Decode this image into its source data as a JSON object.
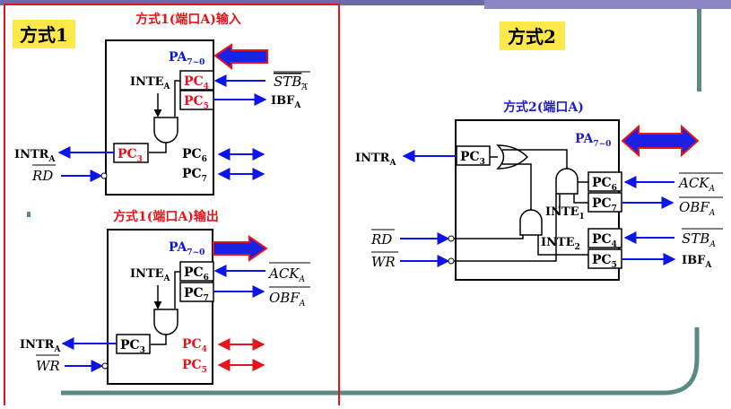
{
  "mode1": {
    "tag": "方式1",
    "input": {
      "title": "方式1(端口A)输入",
      "pa": "PA",
      "pa_sub": "7~0",
      "pc4": "PC",
      "pc4_sub": "4",
      "pc5": "PC",
      "pc5_sub": "5",
      "stb": "STB",
      "stb_sub": "A",
      "ibf": "IBF",
      "ibf_sub": "A",
      "inte": "INTE",
      "inte_sub": "A",
      "pc3": "PC",
      "pc3_sub": "3",
      "pc6": "PC",
      "pc6_sub": "6",
      "pc7": "PC",
      "pc7_sub": "7",
      "intr": "INTR",
      "intr_sub": "A",
      "rd": "RD"
    },
    "output": {
      "title": "方式1(端口A)输出",
      "pa": "PA",
      "pa_sub": "7~0",
      "pc6": "PC",
      "pc6_sub": "6",
      "pc7": "PC",
      "pc7_sub": "7",
      "ack": "ACK",
      "ack_sub": "A",
      "obf": "OBF",
      "obf_sub": "A",
      "inte": "INTE",
      "inte_sub": "A",
      "pc3": "PC",
      "pc3_sub": "3",
      "pc4": "PC",
      "pc4_sub": "4",
      "pc5": "PC",
      "pc5_sub": "5",
      "intr": "INTR",
      "intr_sub": "A",
      "wr": "WR"
    }
  },
  "mode2": {
    "tag": "方式2",
    "title": "方式2(端口A)",
    "pa": "PA",
    "pa_sub": "7~0",
    "intr": "INTR",
    "intr_sub": "A",
    "pc3": "PC",
    "pc3_sub": "3",
    "pc6": "PC",
    "pc6_sub": "6",
    "pc7": "PC",
    "pc7_sub": "7",
    "pc4": "PC",
    "pc4_sub": "4",
    "pc5": "PC",
    "pc5_sub": "5",
    "inte1": "INTE",
    "inte1_sub": "1",
    "inte2": "INTE",
    "inte2_sub": "2",
    "ack": "ACK",
    "ack_sub": "A",
    "obf": "OBF",
    "obf_sub": "A",
    "stb": "STB",
    "stb_sub": "A",
    "ibf": "IBF",
    "ibf_sub": "A",
    "rd": "RD",
    "wr": "WR"
  },
  "colors": {
    "frame_purple": "#6e6aa6",
    "frame_teal": "#5a8a86",
    "red": "#e8141c",
    "blue": "#0c14e8",
    "tag_yellow": "#ffe94a",
    "title_blue": "#1e1ec8"
  }
}
